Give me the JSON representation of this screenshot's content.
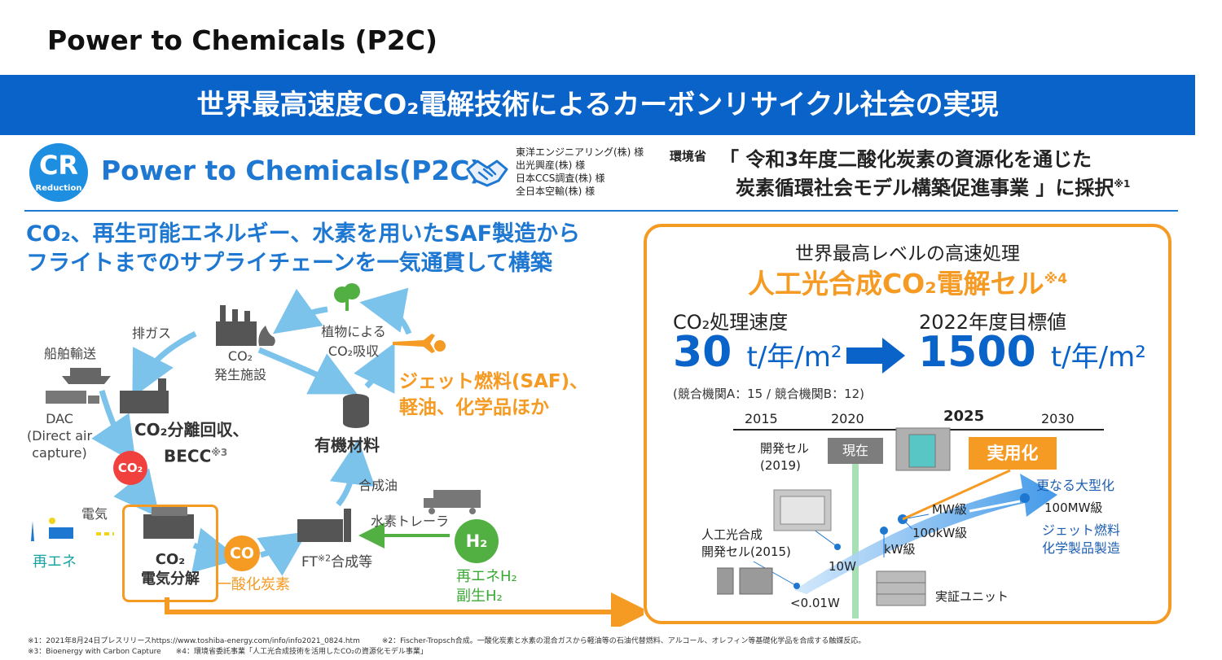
{
  "page": {
    "title": "Power to Chemicals (P2C)",
    "banner": "世界最高速度CO₂電解技術によるカーボンリサイクル社会の実現"
  },
  "brand": {
    "logo_text": "CR",
    "logo_sub": "Reduction",
    "name": "Power to Chemicals(P2C)",
    "partner_icon": "handshake-icon",
    "partners": [
      "東洋エンジニアリング(株) 様",
      "出光興産(株) 様",
      "日本CCS調査(株) 様",
      "全日本空輸(株) 様"
    ]
  },
  "award": {
    "ministry": "環境省",
    "line1": "「 令和3年度二酸化炭素の資源化を通じた",
    "line2": "炭素循環社会モデル構築促進事業 」に採択",
    "note_mark": "※1"
  },
  "left": {
    "lead_line1": "CO₂、再生可能エネルギー、水素を用いたSAF製造から",
    "lead_line2": "フライトまでのサプライチェーンを一気通貫して構築",
    "cycle": {
      "exhaust": "排ガス",
      "emission_line1": "CO₂",
      "emission_line2": "発生施設",
      "plants_line1": "植物による",
      "plants_line2": "CO₂吸収",
      "jet_line1": "ジェット燃料(SAF)、",
      "jet_line2": "軽油、化学品ほか",
      "ship": "船舶輸送",
      "dac_line1": "DAC",
      "dac_line2": "(Direct air",
      "dac_line3": "capture)",
      "capture_line1": "CO₂分離回収、",
      "capture_line2": "BECC",
      "capture_note": "※3",
      "organics": "有機材料",
      "co2_badge": "CO₂",
      "synth_oil": "合成油",
      "electricity": "電気",
      "renewable": "再エネ",
      "electrolysis_line1": "CO₂",
      "electrolysis_line2": "電気分解",
      "co_badge": "CO",
      "co_label": "一酸化炭素",
      "ft_prefix": "FT",
      "ft_note": "※2",
      "ft_suffix": "合成等",
      "h2_trailer": "水素トレーラ",
      "h2_badge": "H₂",
      "h2_line1": "再エネH₂",
      "h2_line2": "副生H₂"
    }
  },
  "right": {
    "title": "世界最高レベルの高速処理",
    "cell_name": "人工光合成CO₂電解セル",
    "cell_note": "※4",
    "rate_label": "CO₂処理速度",
    "rate_value": "30",
    "rate_unit": "t/年/m²",
    "target_label": "2022年度目標値",
    "target_value": "1500",
    "target_unit": "t/年/m²",
    "competitors": "(競合機関A：15 / 競合機関B：12)",
    "timeline": {
      "years": [
        "2015",
        "2020",
        "2025",
        "2030"
      ],
      "now": "現在",
      "practical": "実用化",
      "dev_cell_line1": "開発セル",
      "dev_cell_line2": "(2019)",
      "ap_cell_line1": "人工光合成",
      "ap_cell_line2": "開発セル(2015)",
      "s_001w": "<0.01W",
      "s_10w": "10W",
      "s_kw": "kW級",
      "s_100kw": "100kW級",
      "s_mw": "MW級",
      "s_100mw": "100MW級",
      "larger": "更なる大型化",
      "jet_line1": "ジェット燃料",
      "jet_line2": "化学製品製造",
      "demo": "実証ユニット"
    }
  },
  "footnotes": {
    "line1": "※1：2021年8月24日プレスリリースhttps://www.toshiba-energy.com/info/info2021_0824.htm　　　※2：Fischer-Tropsch合成。一酸化炭素と水素の混合ガスから軽油等の石油代替燃料、アルコール、オレフィン等基礎化学品を合成する触媒反応。",
    "line2": "※3：Bioenergy with Carbon Capture　　※4：環境省委託事業「人工光合成技術を活用したCO₂の資源化モデル事業」"
  },
  "colors": {
    "banner": "#0a63c9",
    "accent_blue": "#1e78d2",
    "orange": "#f59a23",
    "red": "#f0413f",
    "green": "#52b043",
    "teal": "#19a3a3"
  }
}
